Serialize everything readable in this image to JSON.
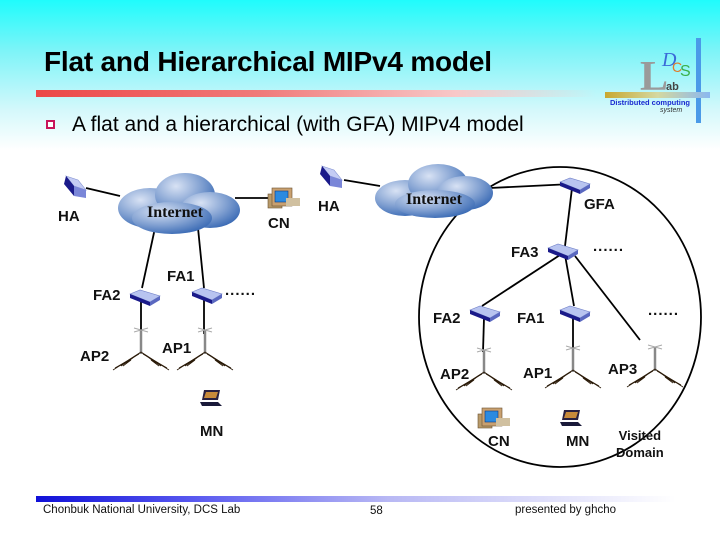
{
  "slide": {
    "title": "Flat and Hierarchical MIPv4 model",
    "bullet": "A flat and a hierarchical (with GFA) MIPv4 model",
    "accent_colors": {
      "title_rule": "#ec4747",
      "bullet": "#c8145a",
      "footer_rule": "#1010d8",
      "background_top": "#1ffcfc"
    }
  },
  "logo": {
    "letters": [
      "L",
      "D",
      "C",
      "S",
      "ab"
    ],
    "caption_line1": "Distributed computing",
    "caption_line2": "system"
  },
  "flat_model": {
    "cloud_label": "Internet",
    "nodes": {
      "ha": "HA",
      "cn": "CN",
      "fa1": "FA1",
      "fa2": "FA2",
      "ap1": "AP1",
      "ap2": "AP2",
      "mn": "MN"
    },
    "ellipsis": "......"
  },
  "hierarchical_model": {
    "cloud_label": "Internet",
    "nodes": {
      "ha": "HA",
      "gfa": "GFA",
      "fa3": "FA3",
      "fa1": "FA1",
      "fa2": "FA2",
      "ap1": "AP1",
      "ap2": "AP2",
      "ap3": "AP3",
      "cn": "CN",
      "mn": "MN"
    },
    "ellipsis_fa3": "......",
    "ellipsis_fa_level": "......",
    "domain_label_line1": "Visited",
    "domain_label_line2": "Domain"
  },
  "footer": {
    "left": "Chonbuk National University, DCS Lab",
    "page_number": "58",
    "right": "presented by ghcho"
  }
}
